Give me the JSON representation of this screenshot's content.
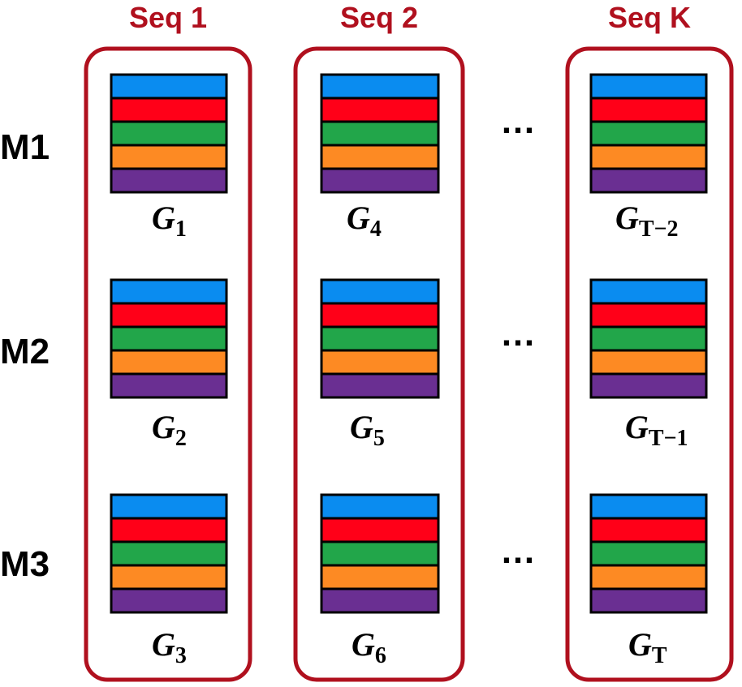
{
  "sequences": [
    {
      "title": "Seq 1",
      "cells": [
        {
          "base": "G",
          "sub": "1"
        },
        {
          "base": "G",
          "sub": "2"
        },
        {
          "base": "G",
          "sub": "3"
        }
      ]
    },
    {
      "title": "Seq 2",
      "cells": [
        {
          "base": "G",
          "sub": "4"
        },
        {
          "base": "G",
          "sub": "5"
        },
        {
          "base": "G",
          "sub": "6"
        }
      ]
    },
    {
      "title": "Seq K",
      "cells": [
        {
          "base": "G",
          "sub": "T−2"
        },
        {
          "base": "G",
          "sub": "T−1"
        },
        {
          "base": "G",
          "sub": "T"
        }
      ]
    }
  ],
  "rows": [
    "M1",
    "M2",
    "M3"
  ],
  "ellipsis": "…",
  "layer_colors": [
    "#0a8cf0",
    "#ff0018",
    "#22a64a",
    "#fd8a23",
    "#6a2f92"
  ],
  "accent_color": "#b0101e"
}
